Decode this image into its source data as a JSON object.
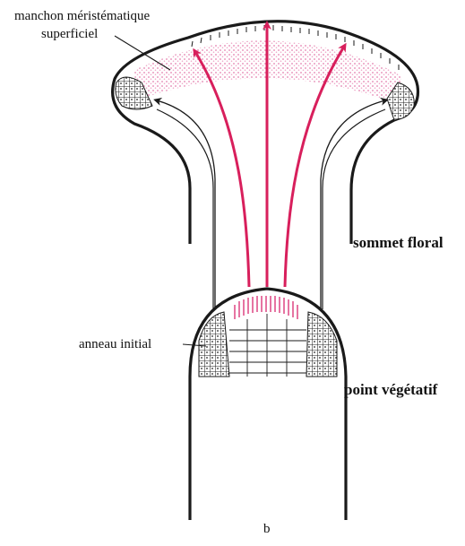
{
  "diagram": {
    "labels": {
      "manchon_line1": "manchon méristématique",
      "manchon_line2": "superficiel",
      "sommet_floral": "sommet floral",
      "anneau_initial": "anneau initial",
      "point_vegetatif": "point végétatif",
      "panel": "b"
    },
    "colors": {
      "outline": "#1a1a1a",
      "arrow_red": "#d81f5c",
      "meristem_pink": "#eea4c6",
      "hatch_dark": "#222222",
      "background": "#ffffff"
    }
  }
}
